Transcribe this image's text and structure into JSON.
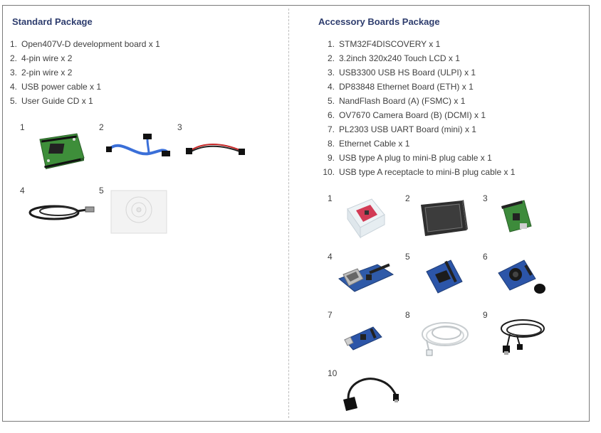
{
  "standard": {
    "title": "Standard Package",
    "items": [
      "Open407V-D development board x 1",
      "4-pin wire x 2",
      "2-pin wire x 2",
      "USB power cable x 1",
      "User Guide CD x 1"
    ],
    "figures": [
      "1",
      "2",
      "3",
      "4",
      "5"
    ]
  },
  "accessory": {
    "title": "Accessory Boards Package",
    "items": [
      "STM32F4DISCOVERY x 1",
      "3.2inch 320x240 Touch LCD x 1",
      "USB3300 USB HS Board (ULPI) x 1",
      "DP83848 Ethernet Board (ETH) x 1",
      "NandFlash Board (A) (FSMC) x 1",
      "OV7670 Camera Board (B) (DCMI) x 1",
      "PL2303 USB UART Board (mini) x 1",
      "Ethernet Cable x 1",
      "USB type A plug to mini-B plug cable x 1",
      "USB type A receptacle to mini-B plug cable x 1"
    ],
    "figures": [
      "1",
      "2",
      "3",
      "4",
      "5",
      "6",
      "7",
      "8",
      "9",
      "10"
    ]
  },
  "numbers": [
    "1.",
    "2.",
    "3.",
    "4.",
    "5.",
    "6.",
    "7.",
    "8.",
    "9.",
    "10."
  ]
}
